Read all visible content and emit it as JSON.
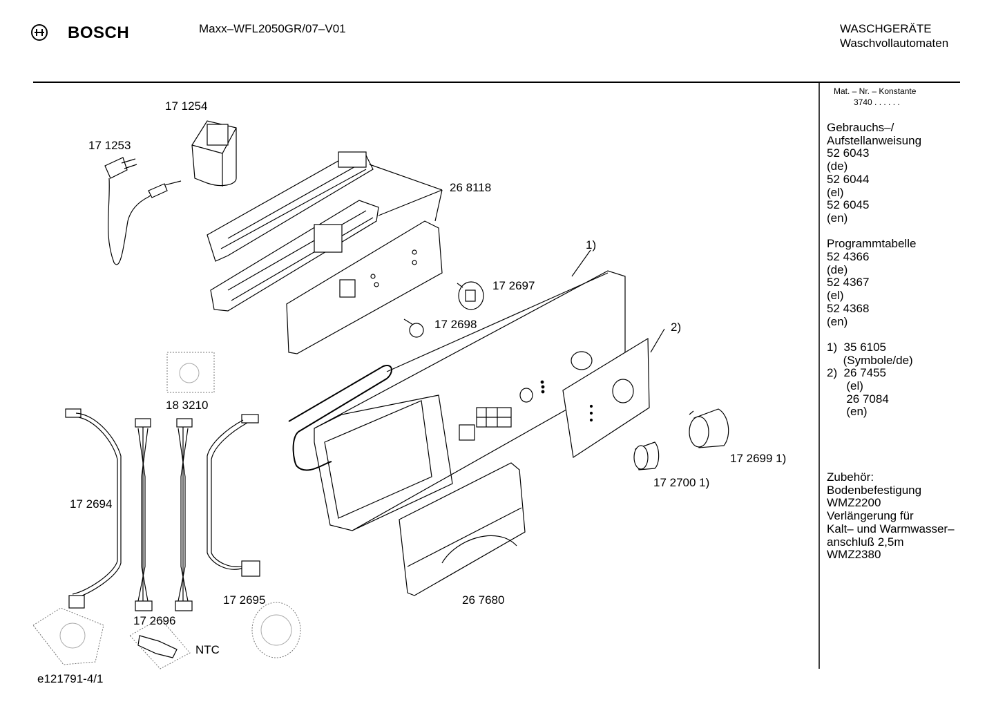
{
  "header": {
    "brand": "BOSCH",
    "model": "Maxx–WFL2050GR/07–V01",
    "category": "WASCHGERÄTE",
    "subcategory": "Waschvollautomaten"
  },
  "sidebar": {
    "mat_label": "Mat. – Nr. – Konstante",
    "mat_value": "3740  .  .   .  .  .  .",
    "lines": [
      "Gebrauchs–/",
      "Aufstellanweisung",
      "52 6043",
      "(de)",
      "52 6044",
      "(el)",
      "52 6045",
      "(en)",
      "",
      "Programmtabelle",
      "52 4366",
      "(de)",
      "52 4367",
      "(el)",
      "52 4368",
      "(en)",
      "",
      "1)  35 6105",
      "     (Symbole/de)",
      "2)  26 7455",
      "      (el)",
      "      26 7084",
      "      (en)"
    ],
    "accessories": [
      "Zubehör:",
      "Bodenbefestigung",
      "WMZ2200",
      "Verlängerung für",
      "Kalt– und Warmwasser–",
      "anschluß 2,5m",
      "WMZ2380"
    ]
  },
  "parts": {
    "p171254": "17 1254",
    "p171253": "17 1253",
    "p268118": "26 8118",
    "p172697": "17 2697",
    "p172698": "17 2698",
    "note1": "1)",
    "note2": "2)",
    "p183210": "18 3210",
    "p172694": "17 2694",
    "p172695": "17 2695",
    "p172696": "17 2696",
    "ntc": "NTC",
    "p267680": "26 7680",
    "p1727001": "17 2700 1)",
    "p1726991": "17 2699 1)"
  },
  "footer": {
    "drawing_id": "e121791-4/1"
  }
}
